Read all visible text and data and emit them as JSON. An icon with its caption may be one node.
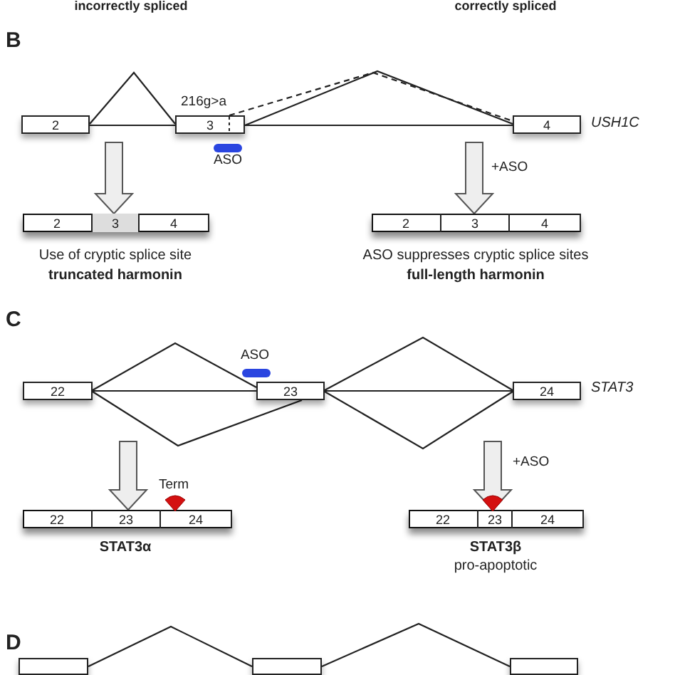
{
  "diagram": {
    "nodes": [
      {
        "text": [
          "2"
        ]
      },
      {
        "text": [
          "3"
        ]
      },
      {
        "text": [
          "4"
        ],
        "beside": [
          "USH1C"
        ]
      },
      {
        "text": [],
        "shape": "bar",
        "beside": [
          "Use of cryptic splice site",
          "truncated harmonin"
        ]
      },
      {
        "text": [
          "2"
        ],
        "in": 3
      },
      {
        "text": [
          "3"
        ],
        "in": 3
      },
      {
        "text": [
          "4"
        ],
        "in": 3
      },
      {
        "text": [],
        "shape": "bar",
        "beside": [
          "ASO suppresses cryptic splice sites",
          "full-length harmonin"
        ]
      },
      {
        "text": [
          "2"
        ],
        "in": 7
      },
      {
        "text": [
          "3"
        ],
        "in": 7
      },
      {
        "text": [
          "4"
        ],
        "in": 7
      },
      {
        "text": [
          "22"
        ]
      },
      {
        "text": [
          "23"
        ]
      },
      {
        "text": [
          "24"
        ],
        "beside": [
          "STAT3"
        ]
      },
      {
        "text": [],
        "shape": "bar",
        "beside": [
          "STAT3α"
        ]
      },
      {
        "text": [
          "22"
        ],
        "in": 14
      },
      {
        "text": [
          "23"
        ],
        "in": 14
      },
      {
        "text": [
          "24"
        ],
        "in": 14
      },
      {
        "text": [],
        "shape": "bar",
        "beside": [
          "STAT3β",
          "pro-apoptotic"
        ]
      },
      {
        "text": [
          "22"
        ],
        "in": 18
      },
      {
        "text": [
          "23"
        ],
        "in": 18
      },
      {
        "text": [
          "24"
        ],
        "in": 18
      },
      {
        "text": [],
        "shape": "box"
      },
      {
        "text": [],
        "shape": "box"
      },
      {
        "text": [],
        "shape": "box"
      }
    ],
    "edges": [
      {
        "from": 0,
        "to": 1,
        "arrow": "none"
      },
      {
        "from": 0,
        "to": 1,
        "arrow": "none"
      },
      {
        "from": 1,
        "to": 2,
        "arrow": "none"
      },
      {
        "from": 1,
        "to": 2,
        "arrow": "none",
        "style": "dashed"
      },
      {
        "from": 1,
        "to": 2,
        "arrow": "none"
      },
      {
        "from": null,
        "to": 3,
        "arrow": "to",
        "style": "thick"
      },
      {
        "from": null,
        "to": 7,
        "arrow": "to",
        "style": "thick",
        "label": "+ASO"
      },
      {
        "from": 11,
        "to": 12,
        "arrow": "none"
      },
      {
        "from": 11,
        "to": 12,
        "arrow": "none"
      },
      {
        "from": 11,
        "to": 12,
        "arrow": "none"
      },
      {
        "from": 12,
        "to": 13,
        "arrow": "none"
      },
      {
        "from": 12,
        "to": 13,
        "arrow": "none"
      },
      {
        "from": 12,
        "to": 13,
        "arrow": "none"
      },
      {
        "from": null,
        "to": 14,
        "arrow": "to",
        "style": "thick"
      },
      {
        "from": null,
        "to": 18,
        "arrow": "to",
        "style": "thick",
        "label": "+ASO"
      },
      {
        "from": 22,
        "to": 23,
        "arrow": "none"
      },
      {
        "from": 23,
        "to": 24,
        "arrow": "none"
      }
    ],
    "labels": [
      "incorrectly spliced",
      "correctly spliced",
      "B",
      "216g>a",
      "ASO",
      "C",
      "ASO",
      "Term",
      "D"
    ]
  }
}
